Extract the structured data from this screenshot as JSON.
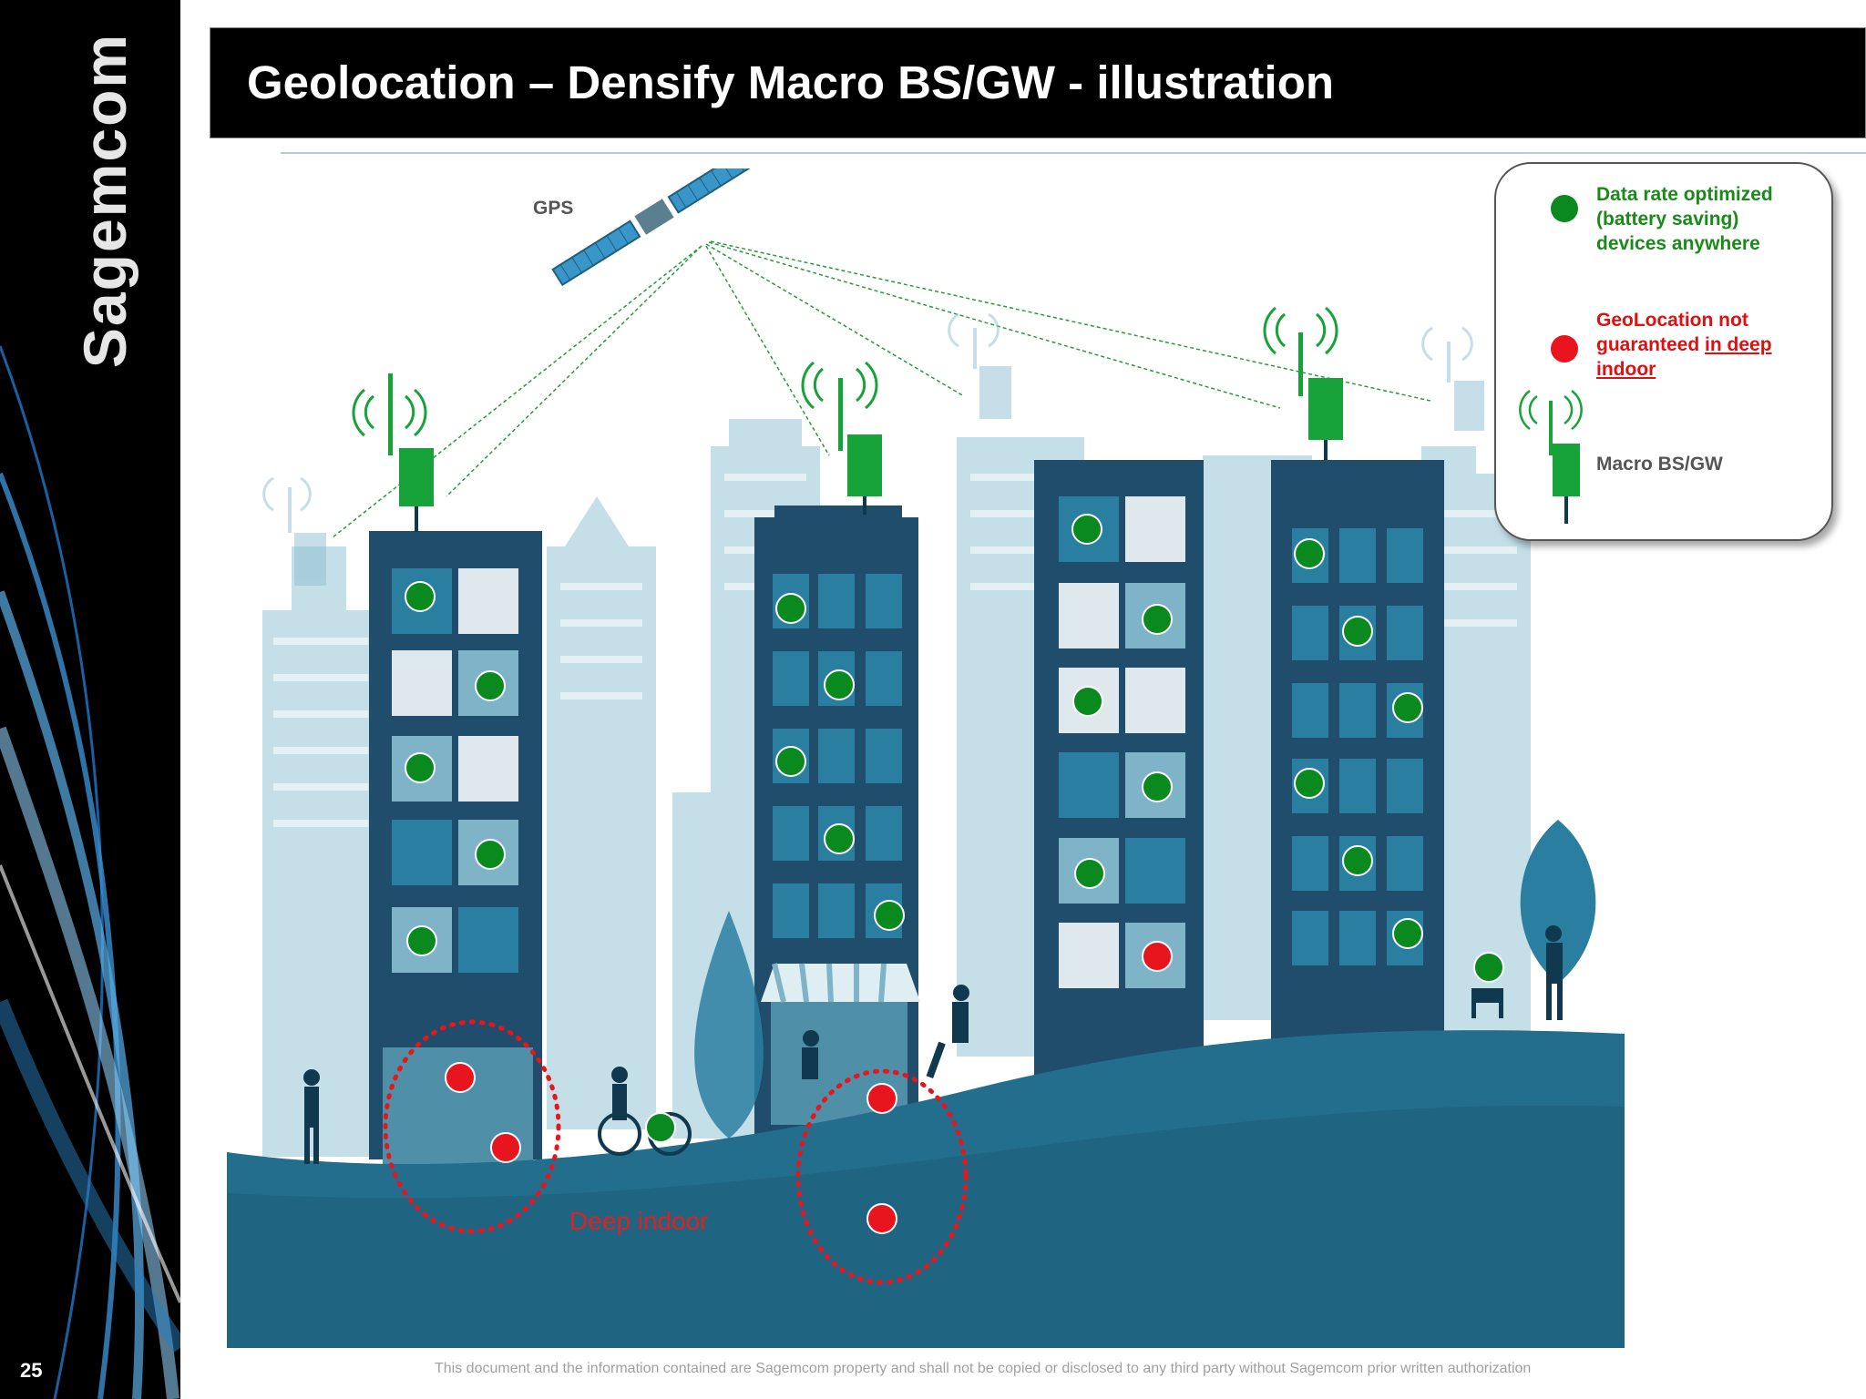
{
  "brand": {
    "logo_text": "Sagemcom"
  },
  "page_number": "25",
  "title": "Geolocation – Densify Macro BS/GW - illustration",
  "labels": {
    "gps": "GPS",
    "deep_indoor": "Deep indoor"
  },
  "legend": {
    "green_line1": "Data rate optimized",
    "green_line2": "(battery saving)",
    "green_line3": "devices anywhere",
    "red_line1": "GeoLocation not",
    "red_line2_plain": "guaranteed ",
    "red_line2_underlined": "in deep",
    "red_line3_underlined": "indoor",
    "macro_label": "Macro BS/GW"
  },
  "footer": "This document and the information contained are Sagemcom property and shall not be copied or disclosed to any third party without Sagemcom prior written authorization",
  "colors": {
    "green_dot": "#0a8a1e",
    "red_dot": "#e8141e",
    "green_text": "#1a8a1a",
    "red_text": "#e01010",
    "antenna": "#17a23a",
    "building_dark": "#1f4d6b",
    "window": "#2a7fa0",
    "sky_building": "#c5dfe8",
    "ground": "#236e8c"
  },
  "icons": [
    "satellite-icon",
    "antenna-icon",
    "legend-antenna-icon"
  ]
}
